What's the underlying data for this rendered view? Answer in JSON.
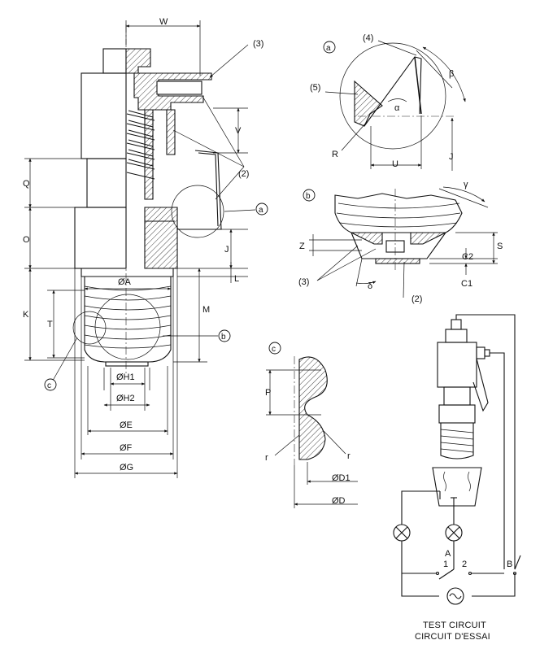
{
  "labels": {
    "W": "W",
    "Q": "Q",
    "O": "O",
    "K": "K",
    "T": "T",
    "M": "M",
    "J": "J",
    "L": "L",
    "V": "V",
    "A": "ØA",
    "H1": "ØH1",
    "H2": "ØH2",
    "E": "ØE",
    "F": "ØF",
    "G": "ØG",
    "n3": "(3)",
    "n2": "(2)",
    "n4": "(4)",
    "n5": "(5)",
    "a": "a",
    "b": "b",
    "c": "c"
  },
  "detail_a": {
    "tag": "a",
    "n4": "(4)",
    "n5": "(5)",
    "alpha": "α",
    "beta": "β",
    "R": "R",
    "U": "U",
    "J": "J"
  },
  "detail_b": {
    "tag": "b",
    "gamma": "γ",
    "Z": "Z",
    "S": "S",
    "C2": "C2",
    "C1": "C1",
    "n3": "(3)",
    "n2": "(2)",
    "delta": "δ"
  },
  "detail_c": {
    "tag": "c",
    "P": "P",
    "r_left": "r",
    "r_right": "r",
    "D1": "ØD1",
    "D": "ØD"
  },
  "test_circuit": {
    "A": "A",
    "one": "1",
    "two": "2",
    "B": "B",
    "title_en": "TEST CIRCUIT",
    "title_fr": "CIRCUIT D'ESSAI"
  }
}
